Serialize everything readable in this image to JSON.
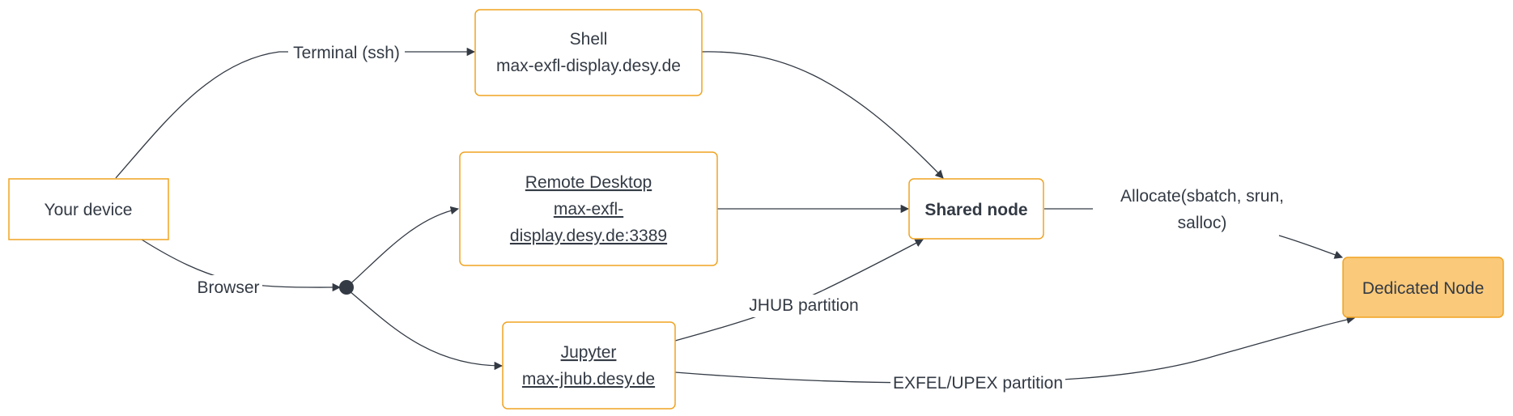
{
  "nodes": {
    "your_device": {
      "label": "Your device"
    },
    "shell": {
      "line1": "Shell",
      "line2": "max-exfl-display.desy.de"
    },
    "remote_desktop": {
      "line1": "Remote Desktop",
      "line2": "max-exfl-",
      "line3": "display.desy.de:3389"
    },
    "jupyter": {
      "line1": "Jupyter",
      "line2": "max-jhub.desy.de"
    },
    "shared_node": {
      "label": "Shared node"
    },
    "dedicated_node": {
      "label": "Dedicated Node"
    }
  },
  "edges": {
    "terminal": {
      "label": "Terminal (ssh)"
    },
    "browser": {
      "label": "Browser"
    },
    "jhub_partition": {
      "label": "JHUB partition"
    },
    "exfel_partition": {
      "label": "EXFEL/UPEX partition"
    },
    "allocate": {
      "line1": "Allocate(sbatch, srun,",
      "line2": "salloc)"
    }
  },
  "colors": {
    "node_border": "#f0a321",
    "dedicated_fill": "#fac97a",
    "edge": "#333a44",
    "text": "#333a44"
  }
}
